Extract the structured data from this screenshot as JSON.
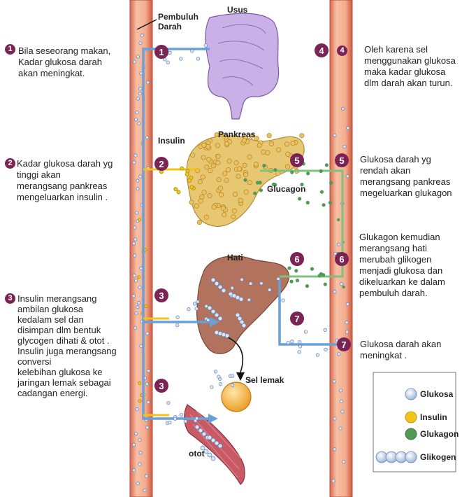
{
  "labels": {
    "pembuluh_darah_1": "Pembuluh",
    "pembuluh_darah_2": "Darah",
    "usus": "Usus",
    "insulin": "Insulin",
    "pankreas": "Pankreas",
    "glucagon": "Glucagon",
    "hati": "Hati",
    "sel_lemak": "Sel lemak",
    "otot": "otot"
  },
  "markers": {
    "m1": "1",
    "m2": "2",
    "m3a": "3",
    "m3b": "3",
    "m4": "4",
    "m5a": "5",
    "m5b": "5",
    "m6a": "6",
    "m6b": "6",
    "m7a": "7",
    "m7b": "7"
  },
  "steps": [
    {
      "num": "1",
      "text": "Bila seseorang makan,\nKadar glukosa darah\nakan meningkat."
    },
    {
      "num": "2",
      "text": "Kadar glukosa darah yg\ntinggi akan\nmerangsang pankreas\nmengeluarkan insulin ."
    },
    {
      "num": "3",
      "text": "Insulin merangsang\nambilan glukosa\nkedalam sel dan\ndisimpan dlm bentuk\nglycogen dihati & otot .\nInsulin juga merangsang\nconversi\nkelebihan glukosa ke\njaringan lemak sebagai\ncadangan energi."
    },
    {
      "num": "4",
      "text": "Oleh karena sel\nmenggunakan glukosa\nmaka kadar glukosa\ndlm darah akan turun."
    },
    {
      "num": "",
      "text": "Glukosa darah yg\nrendah akan\nmerangsang pankreas\nmegeluarkan glukagon"
    },
    {
      "num": "",
      "text": "Glukagon kemudian\nmerangsang hati\nmerubah glikogen\nmenjadi glukosa  dan\ndikeluarkan ke dalam\npembuluh darah."
    },
    {
      "num": "",
      "text": "Glukosa darah akan\nmeningkat ."
    }
  ],
  "legend": [
    {
      "name": "Glukosa",
      "color": "#b7cdea"
    },
    {
      "name": "Insulin",
      "color": "#f2c318"
    },
    {
      "name": "Glukagon",
      "color": "#4f9a55"
    },
    {
      "name": "Glikogen",
      "color": "#b7cdea"
    }
  ],
  "colors": {
    "vessel": "#f3a889",
    "vessel_edge": "#c8553e",
    "glucose_path": "#6a9fd8",
    "insulin_path": "#f2c318",
    "glucagon_path": "#7fc27f",
    "marker": "#7b2355"
  }
}
